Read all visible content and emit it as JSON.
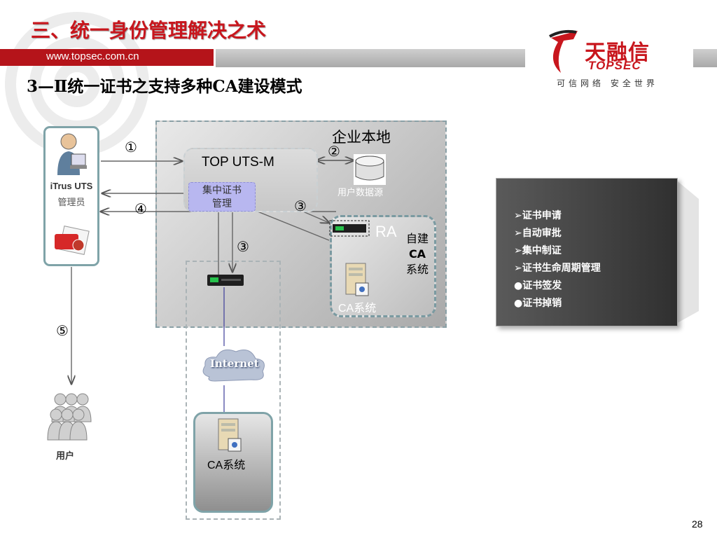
{
  "header": {
    "title": "三、统一身份管理解决之术",
    "url": "www.topsec.com.cn",
    "subtitle": "3—Ⅱ统一证书之支持多种CA建设模式"
  },
  "logo": {
    "brand_zh": "天融信",
    "brand_en": "TOPSEC",
    "slogan": "可信网络 安全世界"
  },
  "diagram": {
    "region_label": "企业本地",
    "admin": {
      "name": "iTrus UTS",
      "role": "管理员"
    },
    "uts_label": "TOP UTS-M",
    "cert_mgmt_label": "集中证书管理",
    "user_db_label": "用户数据源",
    "ra_label": "RA",
    "self_built_ca": "自建CA系统",
    "ca_label_local": "CA系统",
    "internet_label": "Internet",
    "ca_label_remote": "CA系统",
    "user_label": "用户",
    "steps": {
      "s1": "①",
      "s2": "②",
      "s3a": "③",
      "s3b": "③",
      "s4": "④",
      "s5": "⑤"
    }
  },
  "features": [
    "➢证书申请",
    "➢自动审批",
    "➢集中制证",
    "➢证书生命周期管理",
    "●证书签发",
    "●证书掉销"
  ],
  "page_number": "28"
}
